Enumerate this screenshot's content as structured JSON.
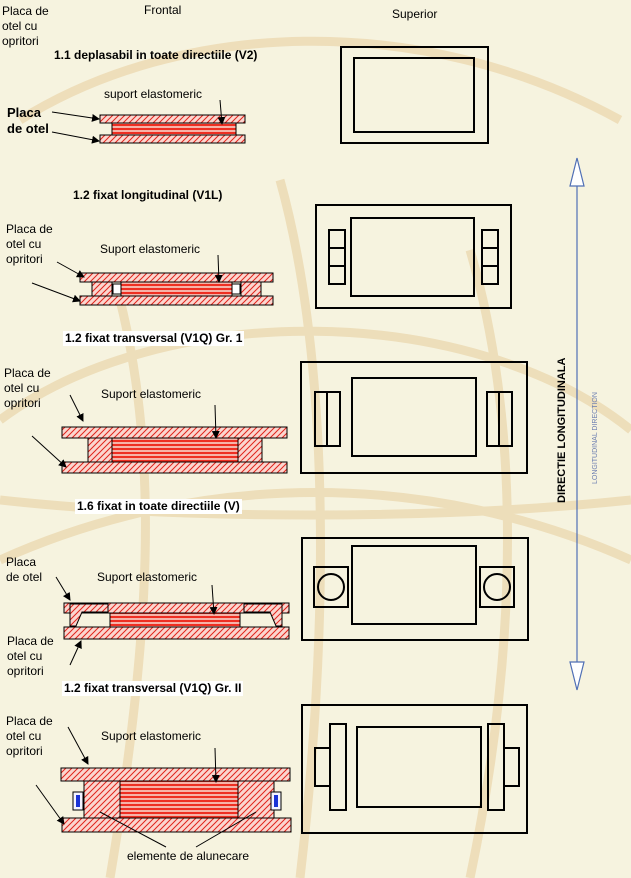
{
  "headers": {
    "frontal": "Frontal",
    "superior": "Superior"
  },
  "sections": [
    {
      "title": "1.1 deplasabil in toate directiile (V2)"
    },
    {
      "title": "1.2 fixat longitudinal (V1L)"
    },
    {
      "title": "1.2 fixat transversal (V1Q) Gr. 1"
    },
    {
      "title": "1.6 fixat in toate directiile (V)"
    },
    {
      "title": "1.2 fixat transversal (V1Q) Gr. II"
    }
  ],
  "labels": {
    "placa_otel_opritori": "Placa de otel cu opritori",
    "placa_otel": "Placa de otel",
    "suport_elastomeric_lower": "suport elastomeric",
    "suport_elastomeric": "Suport elastomeric",
    "elemente_alunecare": "elemente de alunecare"
  },
  "directions": {
    "longitudinala": "DIRECTIE LONGITUDINALA",
    "longitudinal_en": "LONGITUDINAL DIRECTION"
  },
  "colors": {
    "background": "#f6f3df",
    "plate_fill": "#fbd6cf",
    "hatch": "#e0241b",
    "elastomer": "#f0241c",
    "outline": "#000000",
    "arrow_blue": "#4f6fb5",
    "slide_blue": "#1a33d6",
    "watermark": "#eddcb6"
  }
}
